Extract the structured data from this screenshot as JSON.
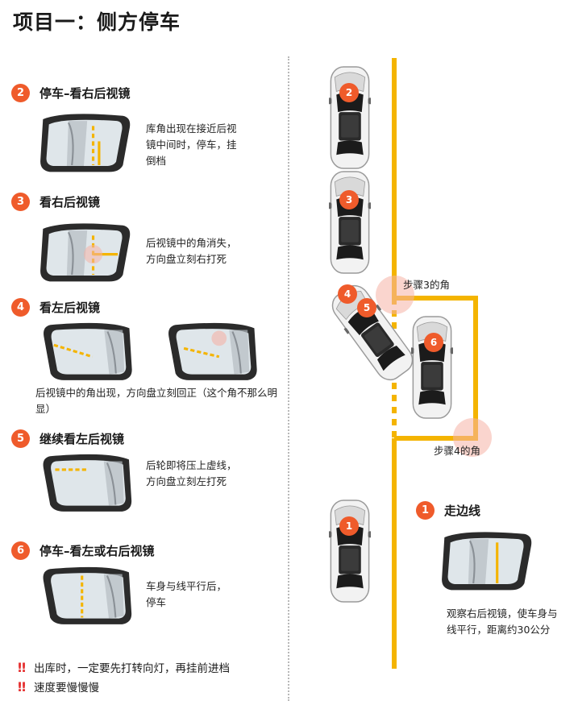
{
  "title": "项目一：侧方停车",
  "colors": {
    "accent": "#ef5b2b",
    "line": "#f4b400",
    "mirror_body": "#2b2b2b"
  },
  "steps": [
    {
      "num": "2",
      "heading": "停车–看右后视镜",
      "desc": "库角出现在接近后视镜中间时，停车，挂倒档"
    },
    {
      "num": "3",
      "heading": "看右后视镜",
      "desc": "后视镜中的角消失，方向盘立刻右打死"
    },
    {
      "num": "4",
      "heading": "看左后视镜",
      "desc": "后视镜中的角出现，方向盘立刻回正（这个角不那么明显）"
    },
    {
      "num": "5",
      "heading": "继续看左后视镜",
      "desc": "后轮即将压上虚线，方向盘立刻左打死"
    },
    {
      "num": "6",
      "heading": "停车–看左或右后视镜",
      "desc": "车身与线平行后，停车"
    }
  ],
  "step1": {
    "num": "1",
    "heading": "走边线",
    "desc": "观察右后视镜，使车身与线平行，距离约30公分"
  },
  "warnings": [
    {
      "icon": "‼",
      "text": "出库时，一定要先打转向灯，再挂前进档"
    },
    {
      "icon": "‼",
      "text": "速度要慢慢慢"
    }
  ],
  "diagram": {
    "corner3_label": "步骤3的角",
    "corner4_label": "步骤4的角",
    "cars": [
      "2",
      "3",
      "4",
      "5",
      "6",
      "1"
    ]
  }
}
